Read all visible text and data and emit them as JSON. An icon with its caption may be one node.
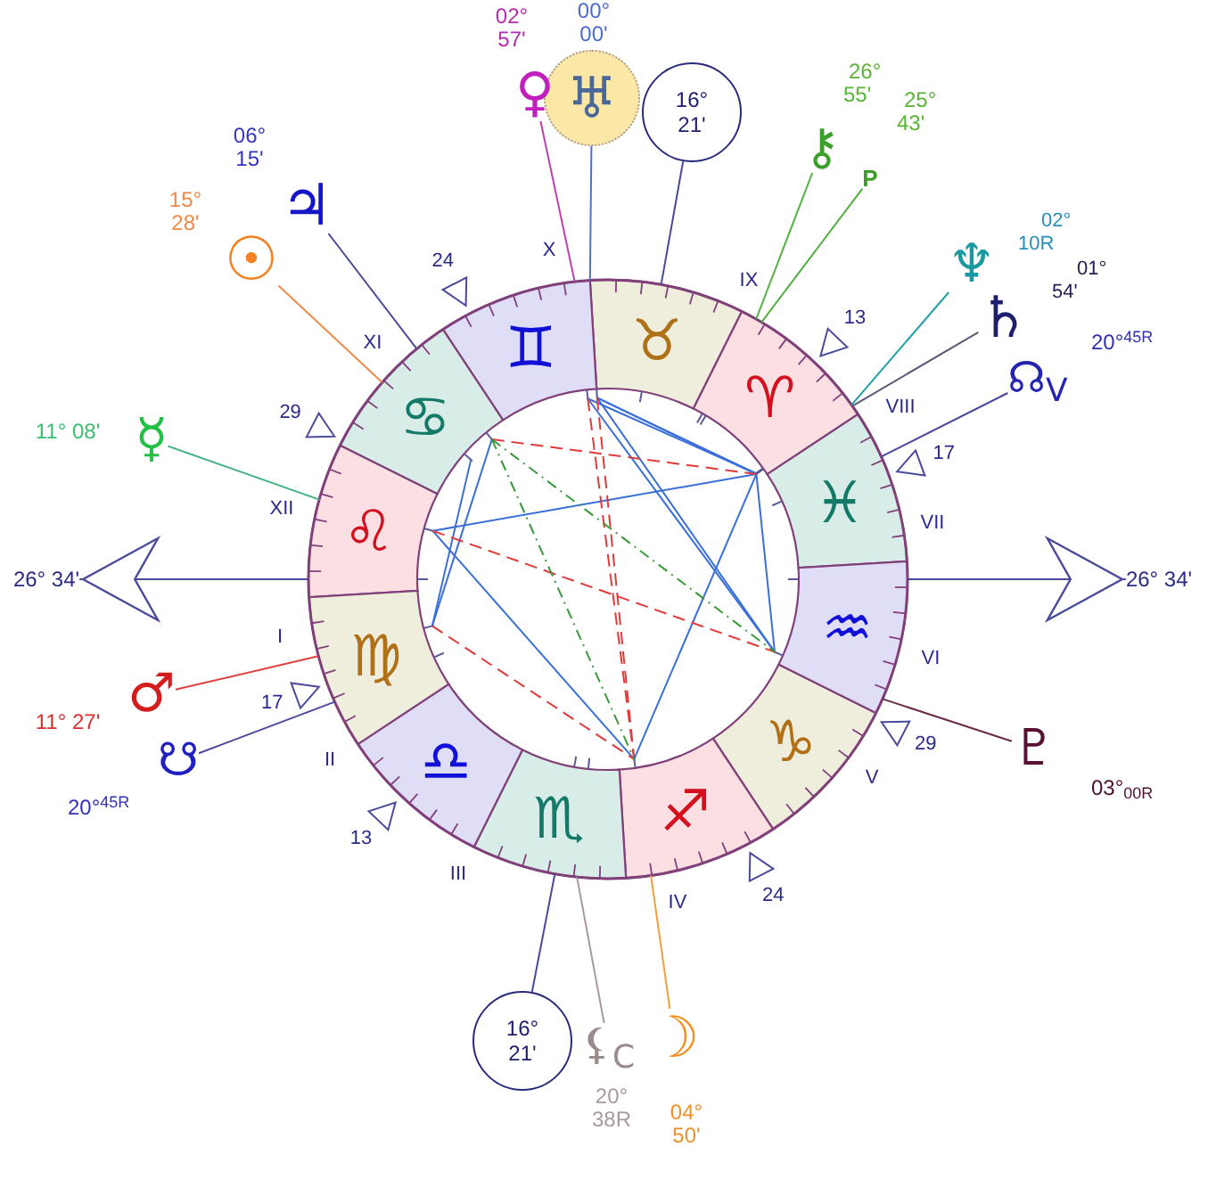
{
  "diagram": {
    "nodes": [
      {
        "text": [
          "♀"
        ],
        "beside": [
          "02° 57'"
        ]
      },
      {
        "text": [
          "♅"
        ],
        "beside": [
          "00° 00'"
        ]
      },
      {
        "text": [
          "16° 21'"
        ]
      },
      {
        "text": [
          "⚷"
        ],
        "beside": [
          "26° 55'"
        ]
      },
      {
        "text": [
          "P"
        ],
        "beside": [
          "25° 43'"
        ]
      },
      {
        "text": [
          "♆"
        ],
        "beside": [
          "02° 10R"
        ]
      },
      {
        "text": [
          "♄"
        ],
        "beside": [
          "01° 54'"
        ]
      },
      {
        "text": [
          "☊$_{V}$"
        ],
        "beside": [
          "20°$^{45R}$"
        ]
      },
      {
        "text": [
          "♃"
        ],
        "beside": [
          "06° 15'"
        ]
      },
      {
        "text": [
          "☉"
        ],
        "beside": [
          "15° 28'"
        ]
      },
      {
        "text": [
          "☿"
        ],
        "beside": [
          "11° 08'"
        ]
      },
      {
        "text": [
          "26° 34'"
        ]
      },
      {
        "text": [
          "26° 34'"
        ]
      },
      {
        "text": [
          "♂"
        ],
        "beside": [
          "11° 27'"
        ]
      },
      {
        "text": [
          "☋"
        ],
        "beside": [
          "20°$^{45R}$"
        ]
      },
      {
        "text": [
          "♇"
        ],
        "beside": [
          "03°$_{00R}$"
        ]
      },
      {
        "text": [
          "16° 21'"
        ]
      },
      {
        "text": [
          "⚸$_{C}$"
        ],
        "beside": [
          "20° 38R"
        ]
      },
      {
        "text": [
          "☽"
        ],
        "beside": [
          "04° 50'"
        ]
      },
      {
        "text": [
          "♉"
        ]
      },
      {
        "text": [
          "♊"
        ]
      },
      {
        "text": [
          "♈"
        ]
      },
      {
        "text": [
          "♋"
        ]
      },
      {
        "text": [
          "♓"
        ]
      },
      {
        "text": [
          "♌"
        ]
      },
      {
        "text": [
          "♒"
        ]
      },
      {
        "text": [
          "♍"
        ]
      },
      {
        "text": [
          "♑"
        ]
      },
      {
        "text": [
          "♎"
        ]
      },
      {
        "text": [
          "♐"
        ]
      },
      {
        "text": [
          "♏"
        ]
      }
    ],
    "edges": [
      {
        "from": 0,
        "to": 20,
        "arrow": "none",
        "color": "#c040b0"
      },
      {
        "from": 1,
        "to": 20,
        "arrow": "none",
        "color": "#5070d0"
      },
      {
        "from": 2,
        "to": 19,
        "arrow": "none"
      },
      {
        "from": 3,
        "to": 21,
        "arrow": "none",
        "color": "#50b040"
      },
      {
        "from": 4,
        "to": 21,
        "arrow": "none",
        "color": "#50b040"
      },
      {
        "from": 5,
        "to": 21,
        "arrow": "none",
        "color": "#20a0a8"
      },
      {
        "from": 6,
        "to": 21,
        "arrow": "none",
        "color": "#5a5a78"
      },
      {
        "from": 7,
        "to": 23,
        "arrow": "none"
      },
      {
        "from": 8,
        "to": 22,
        "arrow": "none"
      },
      {
        "from": 9,
        "to": 22,
        "arrow": "none",
        "color": "#f08a4a"
      },
      {
        "from": 10,
        "to": 24,
        "arrow": "none",
        "color": "#40b080"
      },
      {
        "from": 24,
        "to": 11,
        "arrow": "to"
      },
      {
        "from": 25,
        "to": 12,
        "arrow": "to"
      },
      {
        "from": 13,
        "to": 26,
        "arrow": "none",
        "color": "#e04040"
      },
      {
        "from": 14,
        "to": 26,
        "arrow": "none"
      },
      {
        "from": 15,
        "to": 25,
        "arrow": "none",
        "color": "#6a2a4a"
      },
      {
        "from": 16,
        "to": 30,
        "arrow": "none"
      },
      {
        "from": 17,
        "to": 30,
        "arrow": "none",
        "color": "#a89a9a"
      },
      {
        "from": 18,
        "to": 29,
        "arrow": "none",
        "color": "#f0a040"
      }
    ],
    "labels": [
      "X",
      "IX",
      "XI",
      "VIII",
      "XII",
      "VII",
      "I",
      "VI",
      "II",
      "V",
      "III",
      "IV",
      "24",
      "13",
      "29",
      "17",
      "17",
      "29",
      "13",
      "24"
    ]
  }
}
